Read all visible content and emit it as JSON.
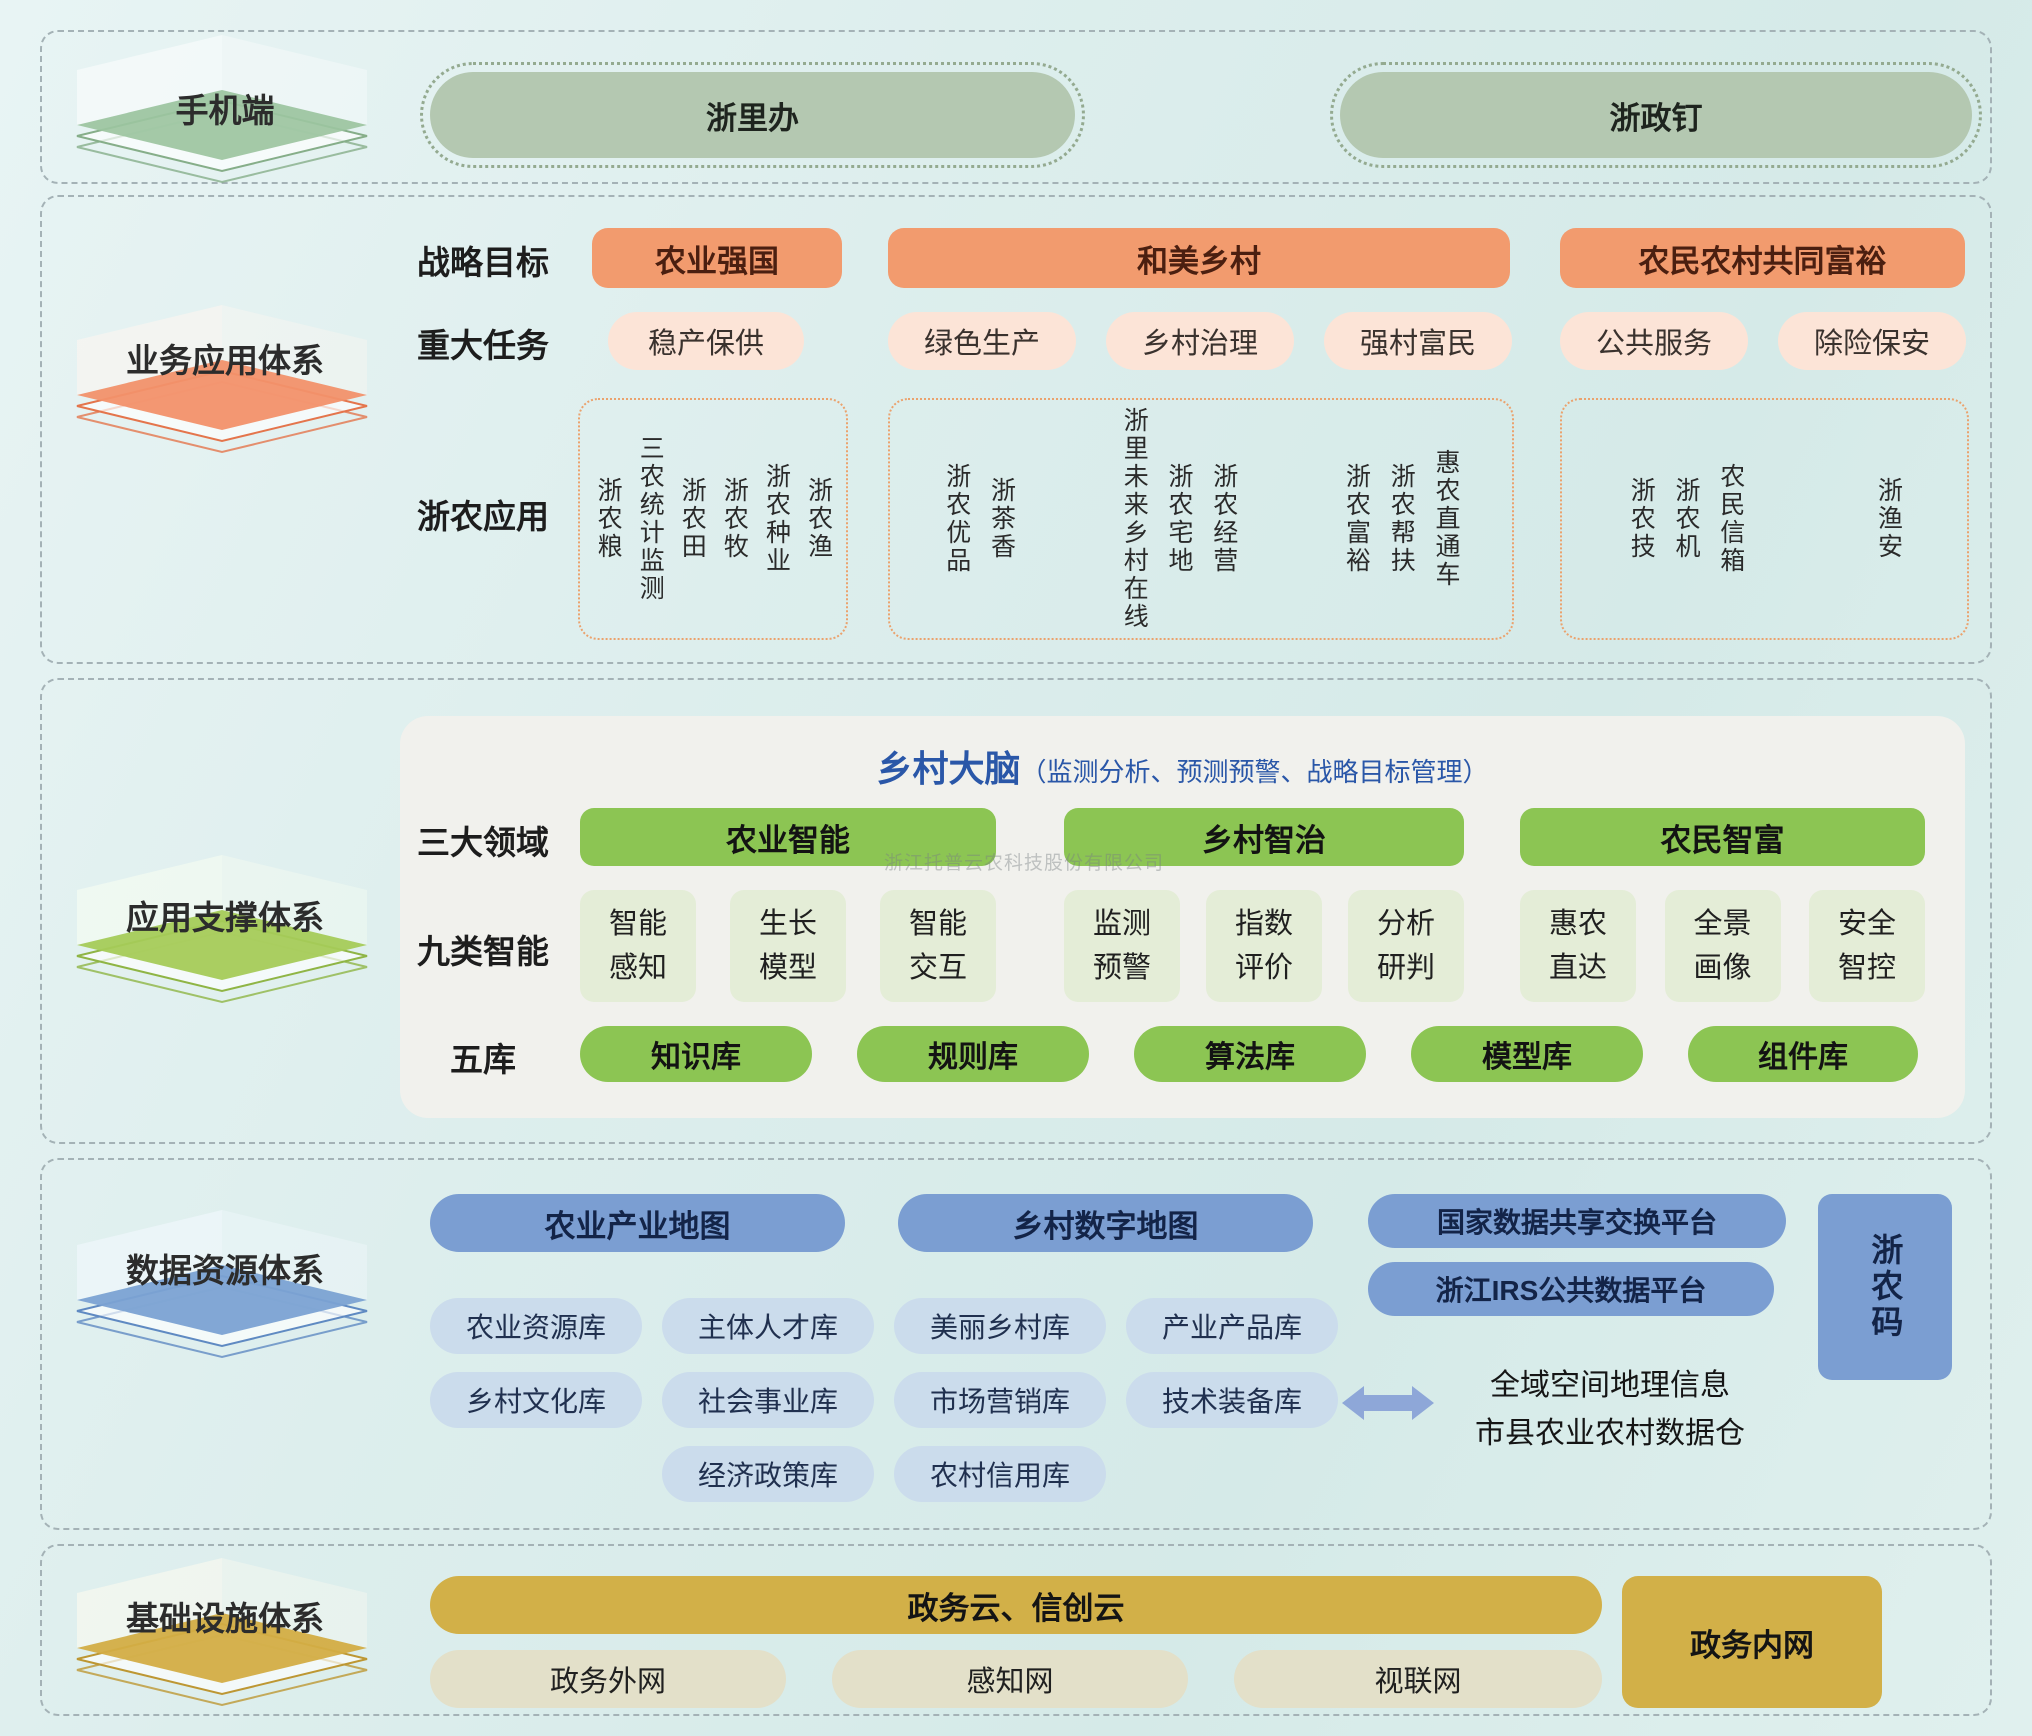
{
  "watermark": "浙江托普云农科技股份有限公司",
  "colors": {
    "orange": "#f29b6e",
    "peach": "#fce4d7",
    "green": "#8cc553",
    "light_green": "#e4edd7",
    "blue": "#7b9ed2",
    "light_blue": "#cbdcec",
    "gold": "#d2b048",
    "khaki": "#e3e0c9",
    "mobile_pill": "#b4c8b1",
    "brain_blue": "#2a57a8"
  },
  "mobile": {
    "label": "手机端",
    "pills": [
      "浙里办",
      "浙政钉"
    ]
  },
  "business": {
    "label": "业务应用体系",
    "goals_label": "战略目标",
    "goals": [
      "农业强国",
      "和美乡村",
      "农民农村共同富裕"
    ],
    "tasks_label": "重大任务",
    "tasks": [
      "稳产保供",
      "绿色生产",
      "乡村治理",
      "强村富民",
      "公共服务",
      "除险保安"
    ],
    "apps_label": "浙农应用",
    "box1": [
      "浙农粮",
      "三农统计监测",
      "浙农田",
      "浙农牧",
      "浙农种业",
      "浙农渔"
    ],
    "box2g1": [
      "浙农优品",
      "浙茶香"
    ],
    "box2g2": [
      "浙里未来乡村在线",
      "浙农宅地",
      "浙农经营"
    ],
    "box2g3": [
      "浙农富裕",
      "浙农帮扶",
      "惠农直通车"
    ],
    "box3g1": [
      "浙农技",
      "浙农机",
      "农民信箱"
    ],
    "box3g2": [
      "浙渔安"
    ]
  },
  "support": {
    "label": "应用支撑体系",
    "title": "乡村大脑",
    "title_note": "（监测分析、预测预警、战略目标管理）",
    "domains_label": "三大领域",
    "domains": [
      "农业智能",
      "乡村智治",
      "农民智富"
    ],
    "intel_label": "九类智能",
    "intel": [
      "智能感知",
      "生长模型",
      "智能交互",
      "监测预警",
      "指数评价",
      "分析研判",
      "惠农直达",
      "全景画像",
      "安全智控"
    ],
    "libs_label": "五库",
    "libs": [
      "知识库",
      "规则库",
      "算法库",
      "模型库",
      "组件库"
    ]
  },
  "data": {
    "label": "数据资源体系",
    "maps": [
      "农业产业地图",
      "乡村数字地图"
    ],
    "platforms": [
      "国家数据共享交换平台",
      "浙江IRS公共数据平台"
    ],
    "code": "浙农码",
    "row1": [
      "农业资源库",
      "主体人才库",
      "美丽乡村库",
      "产业产品库"
    ],
    "row2": [
      "乡村文化库",
      "社会事业库",
      "市场营销库",
      "技术装备库"
    ],
    "row3": [
      "经济政策库",
      "农村信用库"
    ],
    "geo1": "全域空间地理信息",
    "geo2": "市县农业农村数据仓"
  },
  "infra": {
    "label": "基础设施体系",
    "cloud": "政务云、信创云",
    "nets": [
      "政务外网",
      "感知网",
      "视联网"
    ],
    "intranet": "政务内网"
  }
}
